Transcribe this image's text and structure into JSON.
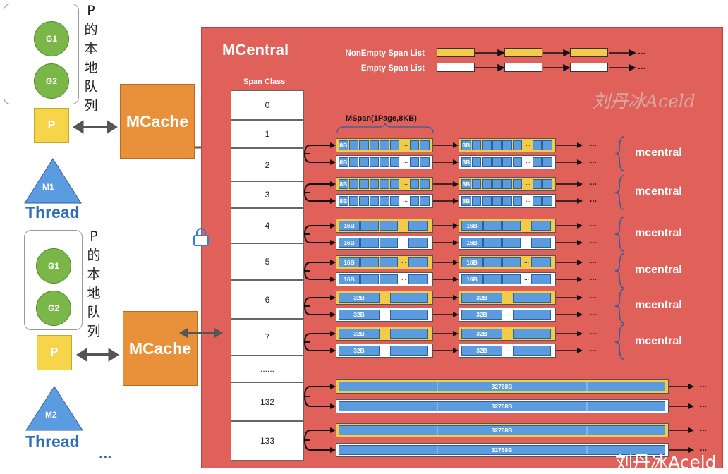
{
  "left": {
    "groups": [
      {
        "g1": "G1",
        "g2": "G2",
        "p": "P",
        "queue_label": "P的本地队列",
        "m": "M1",
        "thread": "Thread",
        "mcache": "MCache"
      },
      {
        "g1": "G1",
        "g2": "G2",
        "p": "P",
        "queue_label": "P的本地队列",
        "m": "M2",
        "thread": "Thread",
        "mcache": "MCache"
      }
    ],
    "more": "..."
  },
  "central": {
    "title": "MCentral",
    "legend": {
      "nonempty": "NonEmpty Span List",
      "empty": "Empty Span List",
      "ellipsis": "..."
    },
    "span_class_header": "Span Class",
    "span_classes": [
      "0",
      "1",
      "2",
      "3",
      "4",
      "5",
      "6",
      "7",
      "......",
      "132",
      "133"
    ],
    "mspan_label": "MSpan(1Page,8KB)",
    "rows": [
      {
        "class": "2",
        "size": "8B",
        "label": "mcentral"
      },
      {
        "class": "3",
        "size": "8B",
        "label": "mcentral"
      },
      {
        "class": "4",
        "size": "16B",
        "label": "mcentral"
      },
      {
        "class": "5",
        "size": "16B",
        "label": "mcentral"
      },
      {
        "class": "6",
        "size": "32B",
        "label": "mcentral"
      },
      {
        "class": "7",
        "size": "32B",
        "label": "mcentral"
      },
      {
        "class": "132",
        "size": "32768B"
      },
      {
        "class": "133",
        "size": "32768B"
      }
    ],
    "chain_ellipsis": "...",
    "watermark": "刘丹冰Aceld"
  },
  "footer_watermark": "刘丹冰Aceld",
  "colors": {
    "central_bg": "#e0605a",
    "mcache": "#e8913a",
    "g_circle": "#7ab648",
    "p_box": "#f7d54a",
    "thread_text": "#2f6db5",
    "span_block": "#5b9be0",
    "nonempty_span": "#f2cc48"
  },
  "icons": [
    "lock-icon",
    "double-arrow-icon",
    "curly-brace-icon",
    "triangle-m"
  ]
}
